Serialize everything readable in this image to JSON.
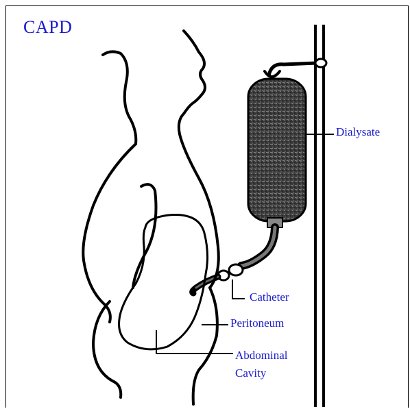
{
  "diagram": {
    "title": "CAPD",
    "labels": {
      "dialysate": "Dialysate",
      "catheter": "Catheter",
      "peritoneum": "Peritoneum",
      "abdominal_line1": "Abdominal",
      "abdominal_line2": "Cavity"
    },
    "colors": {
      "label_text": "#1a1ac8",
      "line_art": "#000000",
      "background": "#ffffff"
    }
  }
}
